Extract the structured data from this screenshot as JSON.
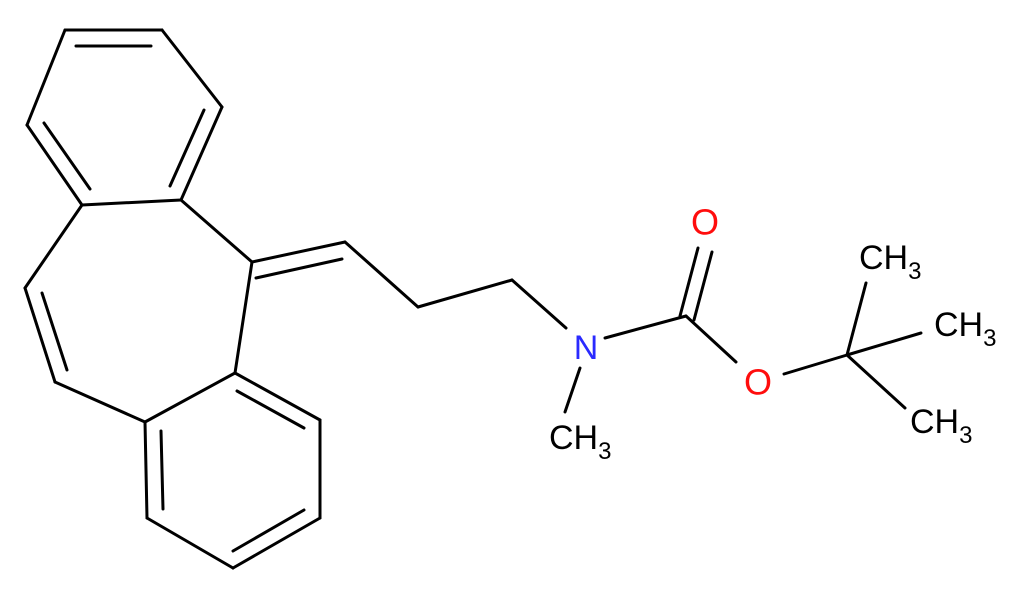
{
  "colors": {
    "bond": "#000000",
    "nitrogen": "#2a2aff",
    "oxygen": "#ff0d0d",
    "carbon_label": "#000000",
    "background": "#ffffff"
  },
  "atoms": {
    "nitrogen": "N",
    "carbonyl_oxygen": "O",
    "ester_oxygen": "O",
    "n_methyl": {
      "main": "CH",
      "sub": "3"
    },
    "tbu_methyl_top": {
      "main": "CH",
      "sub": "3"
    },
    "tbu_methyl_right": {
      "main": "CH",
      "sub": "3"
    },
    "tbu_methyl_bottom": {
      "main": "CH",
      "sub": "3"
    }
  }
}
